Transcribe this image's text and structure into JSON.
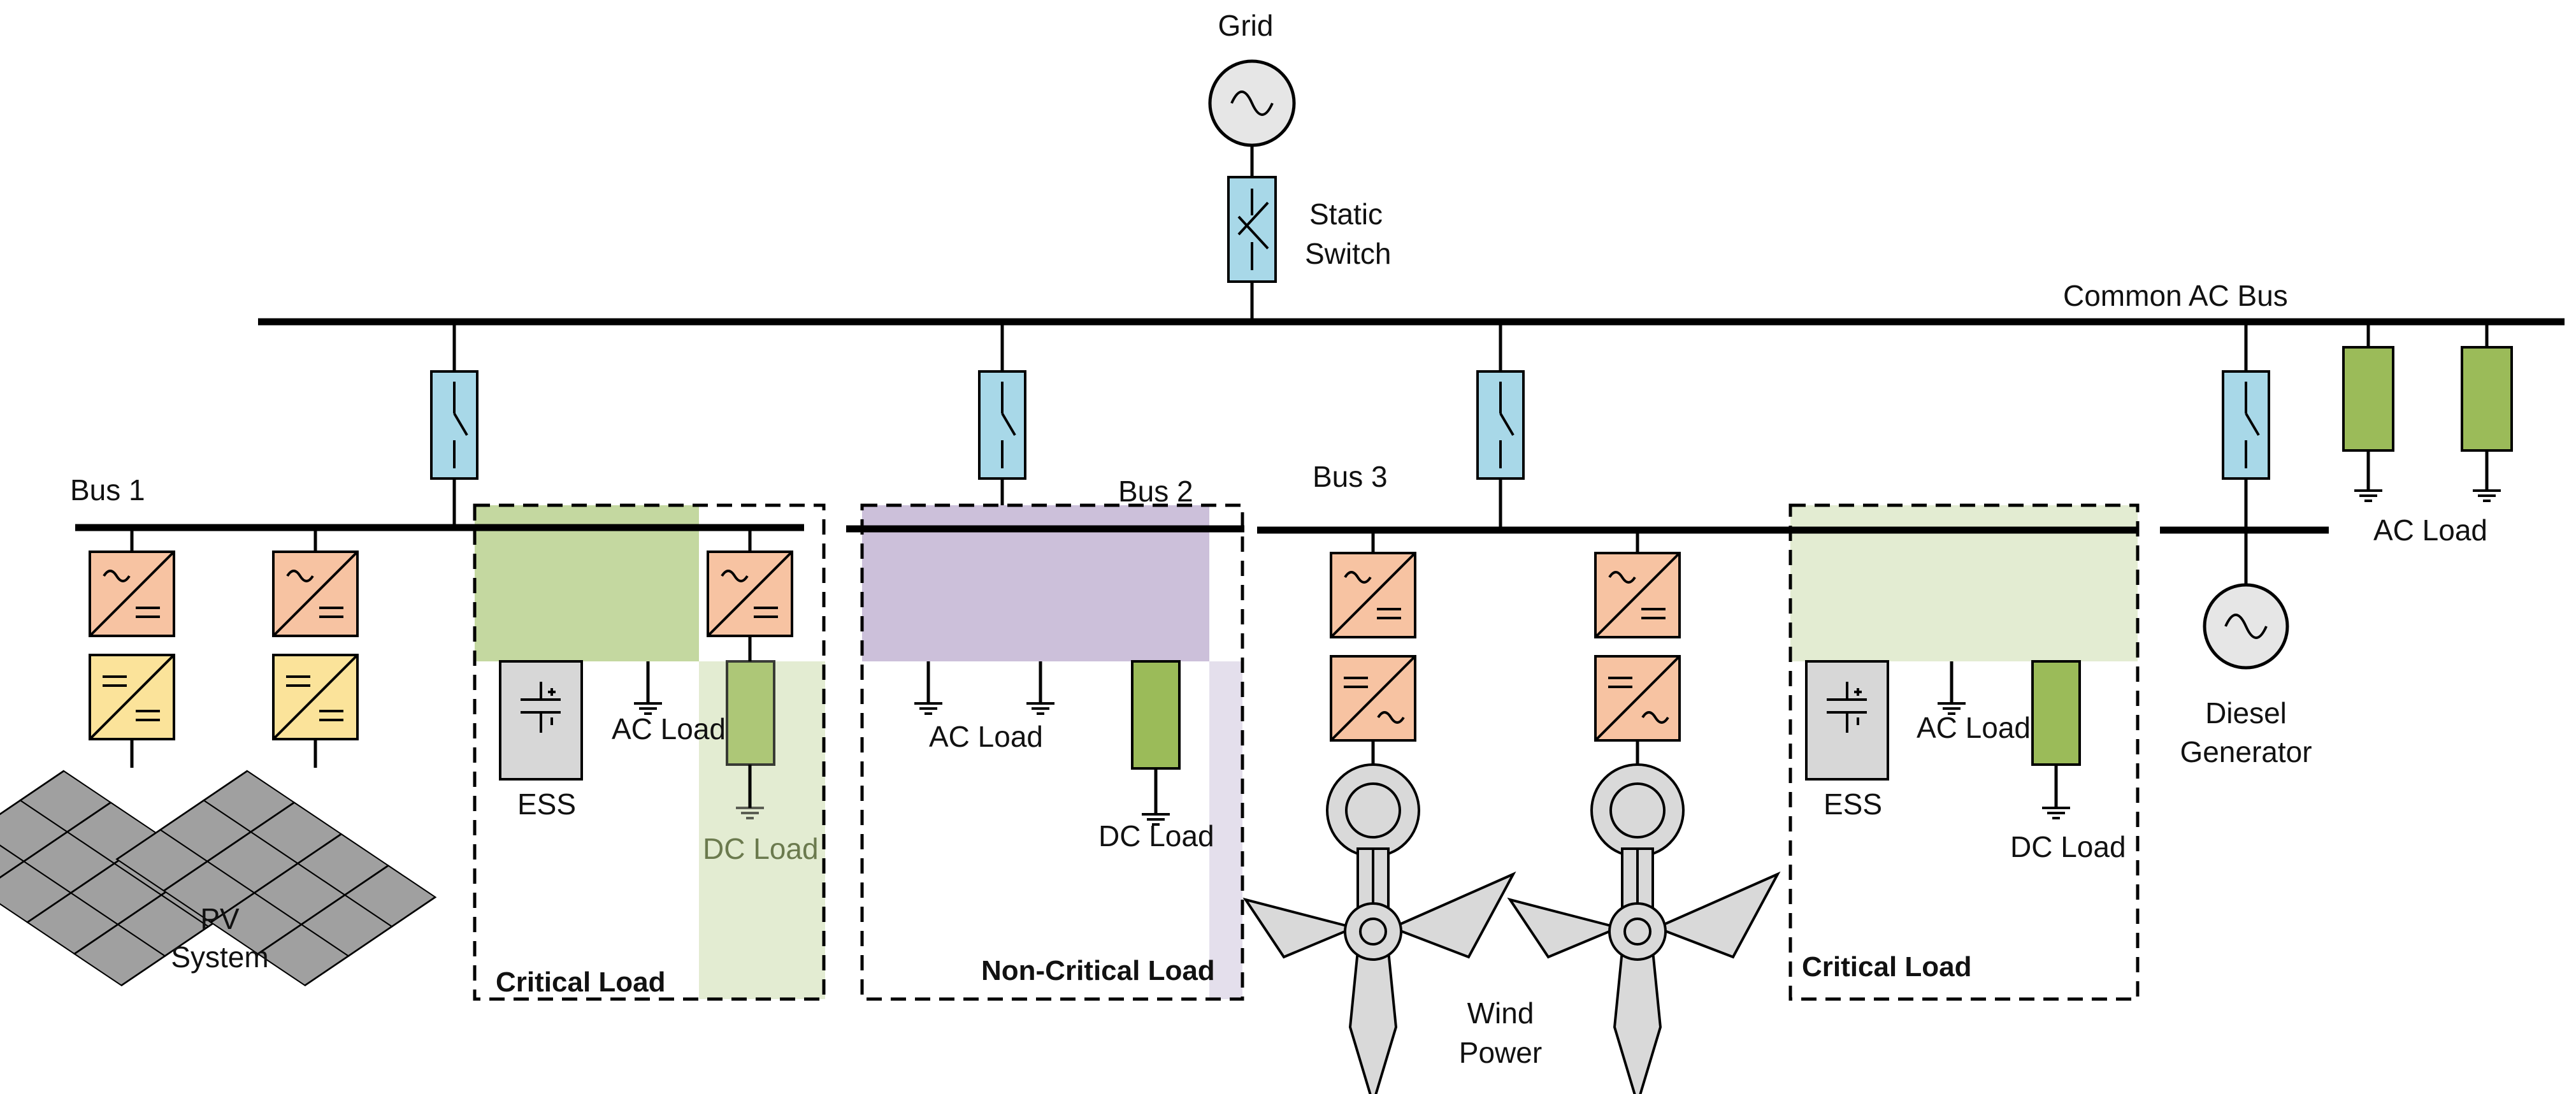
{
  "labels": {
    "grid": "Grid",
    "static_switch_line1": "Static",
    "static_switch_line2": "Switch",
    "common_ac_bus": "Common AC Bus",
    "bus1": "Bus 1",
    "bus2": "Bus 2",
    "bus3": "Bus 3",
    "pv_line1": "PV",
    "pv_line2": "System",
    "ess": "ESS",
    "ac_load": "AC Load",
    "dc_load": "DC Load",
    "critical_load": "Critical Load",
    "non_critical_load": "Non-Critical Load",
    "wind_line1": "Wind",
    "wind_line2": "Power",
    "diesel_line1": "Diesel",
    "diesel_line2": "Generator"
  },
  "colors": {
    "breaker": "#a8d8e8",
    "ac_converter": "#f7c3a2",
    "dc_converter": "#fbe39a",
    "load": "#9bbb59",
    "critical_zone": "#c4d8a0",
    "critical_zone_light": "#e3ecd2",
    "non_critical_zone": "#ccc0da",
    "non_critical_zone_light": "#e4dfec",
    "ess": "#d7d7d7",
    "panel": "#a0a0a0"
  },
  "icons": [
    "ac-source-icon",
    "breaker-icon",
    "ac-dc-converter-icon",
    "dc-dc-converter-icon",
    "dc-ac-converter-icon",
    "capacitor-icon",
    "ground-icon",
    "solar-panel-icon",
    "wind-turbine-icon"
  ]
}
